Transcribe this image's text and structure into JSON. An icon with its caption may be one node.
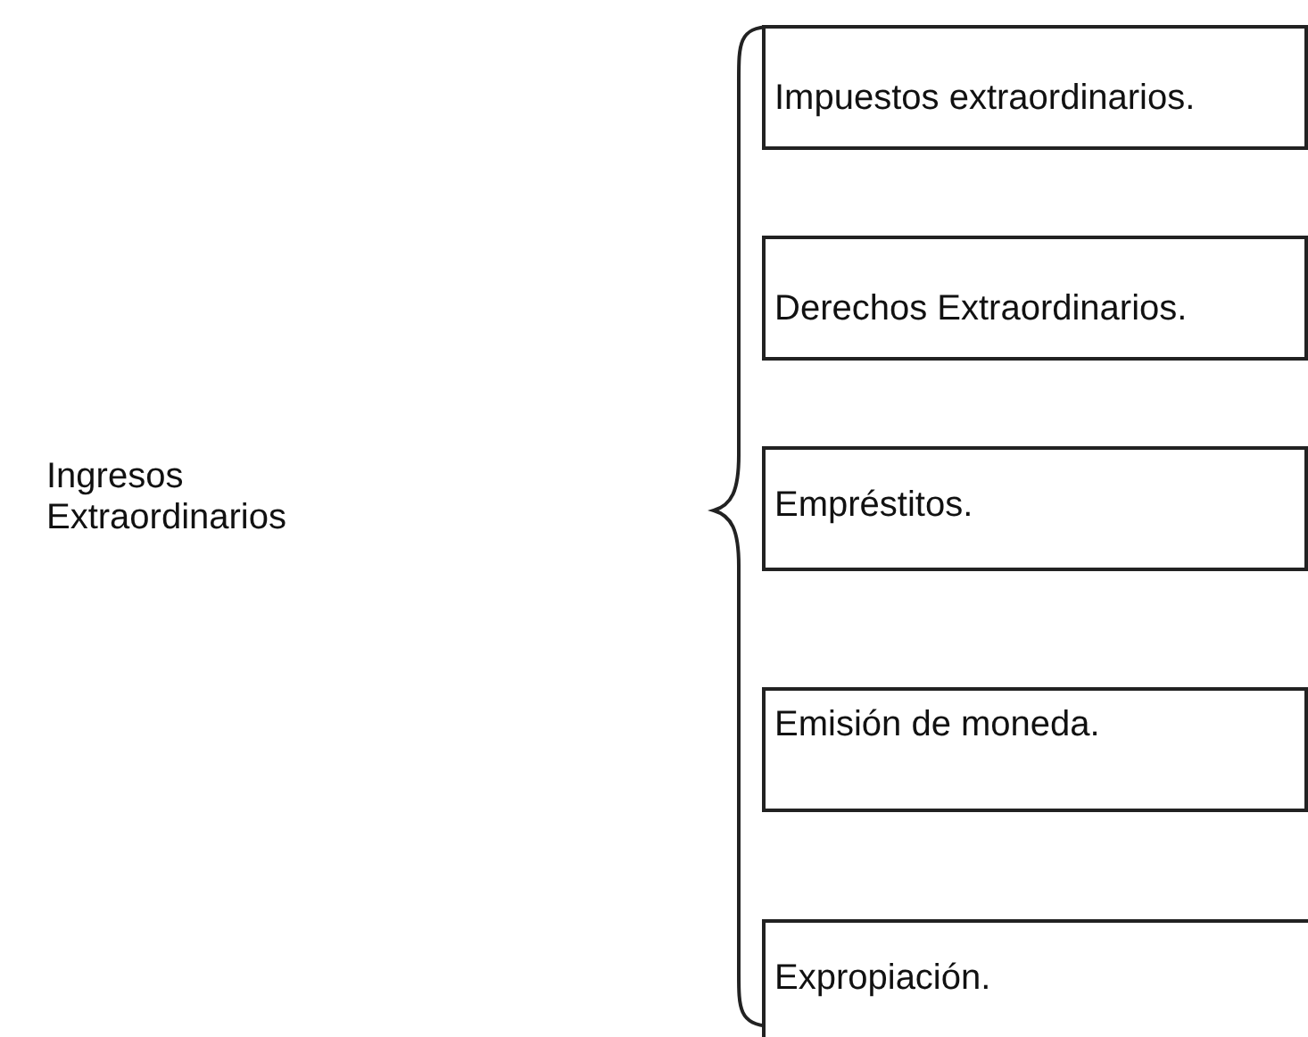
{
  "diagram": {
    "nodes": [
      {
        "text": [
          "Impuestos extraordinarios."
        ]
      },
      {
        "text": [
          "Derechos Extraordinarios."
        ]
      },
      {
        "text": [
          "Empréstitos."
        ]
      },
      {
        "text": [
          "Emisión de moneda."
        ]
      },
      {
        "text": [
          "Expropiación."
        ]
      }
    ],
    "labels": [
      "Ingresos Extraordinarios"
    ]
  }
}
